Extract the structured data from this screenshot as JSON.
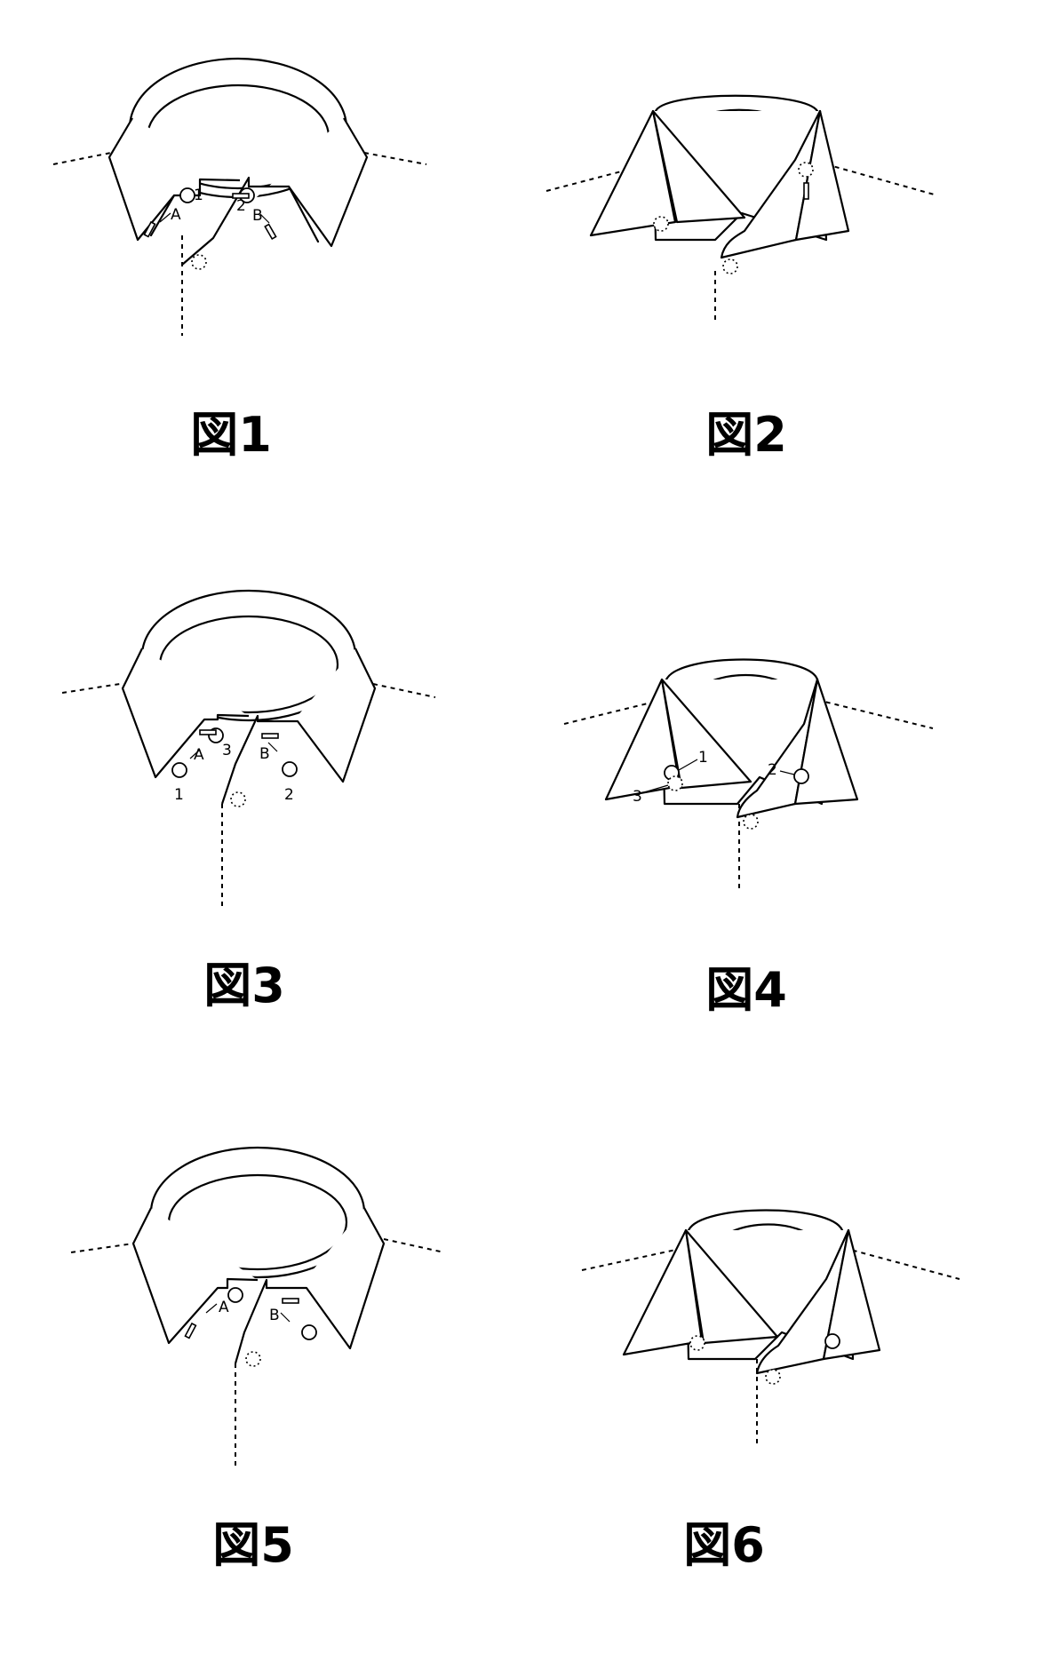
{
  "figures": [
    {
      "caption": "図1",
      "labels": {
        "a": "A",
        "b": "B",
        "n1": "1",
        "n2": "2"
      }
    },
    {
      "caption": "図2",
      "labels": {}
    },
    {
      "caption": "図3",
      "labels": {
        "a": "A",
        "b": "B",
        "n1": "1",
        "n2": "2",
        "n3": "3"
      }
    },
    {
      "caption": "図4",
      "labels": {
        "n1": "1",
        "n2": "2",
        "n3": "3"
      }
    },
    {
      "caption": "図5",
      "labels": {
        "a": "A",
        "b": "B"
      }
    },
    {
      "caption": "図6",
      "labels": {}
    }
  ]
}
